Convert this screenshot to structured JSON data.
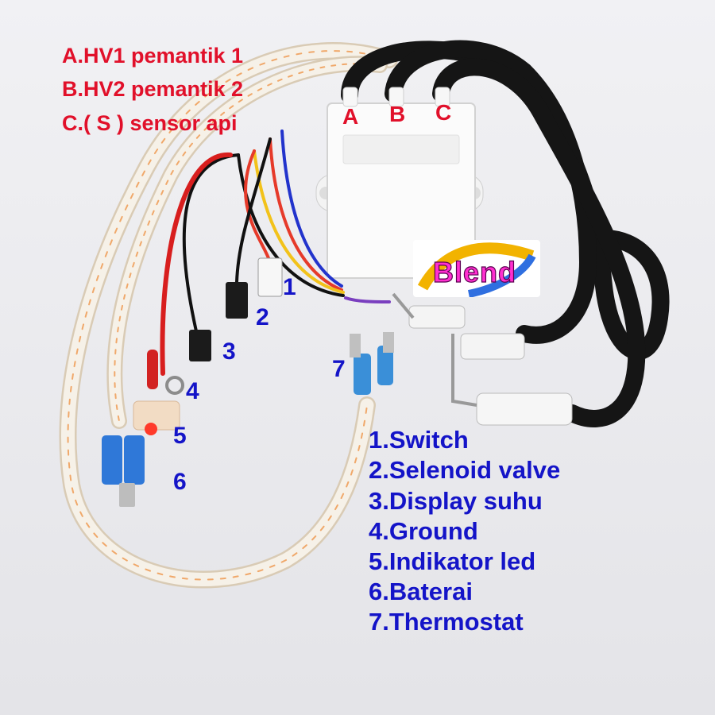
{
  "ports_legend": [
    "A.HV1 pemantik 1",
    "B.HV2 pemantik 2",
    "C.( S ) sensor api"
  ],
  "port_letters": [
    "A",
    "B",
    "C"
  ],
  "brand": "Blend",
  "wire_numbers": [
    "1",
    "2",
    "3",
    "4",
    "5",
    "6",
    "7"
  ],
  "connections_legend": [
    "1.Switch",
    "2.Selenoid valve",
    "3.Display suhu",
    "4.Ground",
    "5.Indikator led",
    "6.Baterai",
    "7.Thermostat"
  ]
}
